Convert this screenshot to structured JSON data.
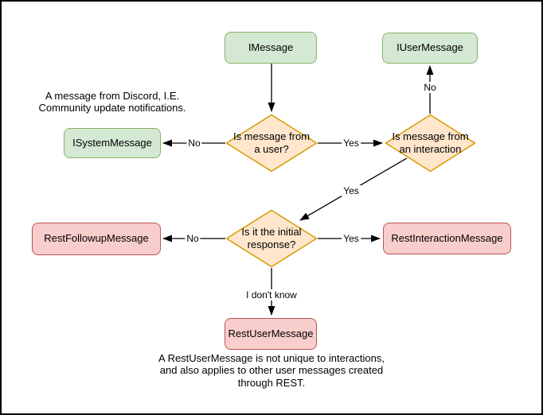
{
  "diagram": {
    "nodes": {
      "imessage": {
        "label": "IMessage"
      },
      "iusermessage": {
        "label": "IUserMessage"
      },
      "isystemmessage": {
        "label": "ISystemMessage"
      },
      "restfollowup": {
        "label": "RestFollowupMessage"
      },
      "restinteraction": {
        "label": "RestInteractionMessage"
      },
      "restuser": {
        "label": "RestUserMessage"
      }
    },
    "decisions": {
      "from_user": {
        "label": "Is message from a user?"
      },
      "from_interaction": {
        "label": "Is message from an interaction"
      },
      "initial_response": {
        "label": "Is it the initial response?"
      }
    },
    "edge_labels": {
      "no_system": "No",
      "yes_interaction": "Yes",
      "no_usermessage": "No",
      "yes_initial": "Yes",
      "no_followup": "No",
      "yes_restinteraction": "Yes",
      "i_dont_know": "I don't know"
    },
    "notes": {
      "system_note": "A message from Discord, I.E. Community update notifications.",
      "restuser_note": "A RestUserMessage is not unique to interactions, and also applies to other user messages created through REST."
    },
    "colors": {
      "green_fill": "#d5e8d4",
      "green_stroke": "#82b366",
      "orange_fill": "#ffe6cc",
      "orange_stroke": "#d79b00",
      "red_fill": "#f8cecc",
      "red_stroke": "#b85450",
      "line": "#000000"
    }
  }
}
